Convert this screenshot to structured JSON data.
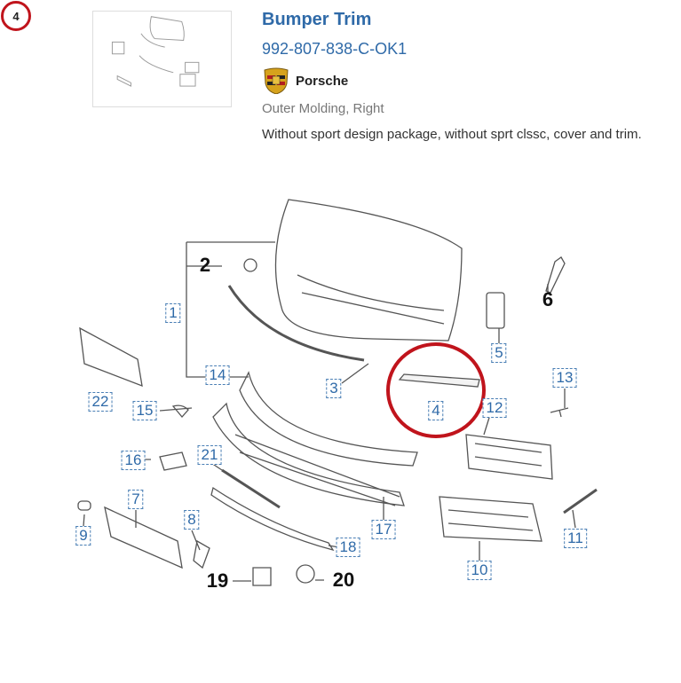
{
  "badge": "4",
  "product": {
    "title": "Bumper Trim",
    "part_number": "992-807-838-C-OK1",
    "brand": "Porsche",
    "brand_logo_icon": "porsche-crest-icon",
    "subtitle": "Outer Molding, Right",
    "description": "Without sport design package, without sprt clssc, cover and trim."
  },
  "diagram": {
    "callouts": [
      "1",
      "3",
      "4",
      "5",
      "7",
      "8",
      "9",
      "10",
      "11",
      "12",
      "13",
      "14",
      "15",
      "16",
      "17",
      "18",
      "21",
      "22"
    ],
    "bold_labels": [
      "2",
      "6",
      "19",
      "20"
    ],
    "highlighted": "4",
    "highlight_color": "#c0141c"
  }
}
